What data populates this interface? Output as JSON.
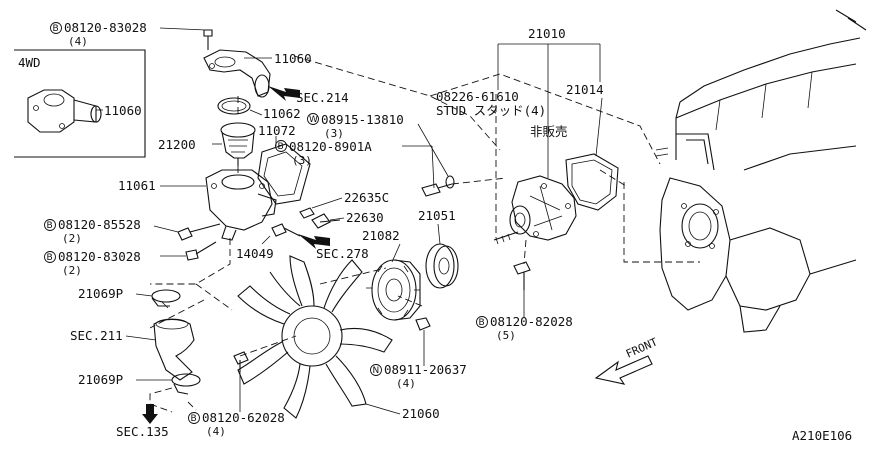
{
  "diagram_code": "A210E106",
  "box_label": "4WD",
  "front_label": "FRONT",
  "parts": {
    "p11060_top": "11060",
    "p11060_box": "11060",
    "p11062": "11062",
    "p11072": "11072",
    "p21200": "21200",
    "p11061": "11061",
    "p22635C": "22635C",
    "p22630": "22630",
    "p14049": "14049",
    "p21082": "21082",
    "p21051": "21051",
    "p21010": "21010",
    "p21014": "21014",
    "p21069P_top": "21069P",
    "p21069P_bottom": "21069P",
    "p21060": "21060"
  },
  "bolts": {
    "b83028_top": {
      "prefix": "B",
      "num": "08120-83028",
      "qty": "(4)"
    },
    "b8901A": {
      "prefix": "B",
      "num": "08120-8901A",
      "qty": "(3)"
    },
    "w13810": {
      "prefix": "W",
      "num": "08915-13810",
      "qty": "(3)"
    },
    "b85528": {
      "prefix": "B",
      "num": "08120-85528",
      "qty": "(2)"
    },
    "b83028_mid": {
      "prefix": "B",
      "num": "08120-83028",
      "qty": "(2)"
    },
    "b82028": {
      "prefix": "B",
      "num": "08120-82028",
      "qty": "(5)"
    },
    "n20637": {
      "prefix": "N",
      "num": "08911-20637",
      "qty": "(4)"
    },
    "b62028": {
      "prefix": "B",
      "num": "08120-62028",
      "qty": "(4)"
    }
  },
  "stud": {
    "num": "08226-61610",
    "desc": "STUD スタッド(4)"
  },
  "not_for_sale": "非販売",
  "sec": {
    "s214": "SEC.214",
    "s278": "SEC.278",
    "s211": "SEC.211",
    "s135": "SEC.135"
  }
}
